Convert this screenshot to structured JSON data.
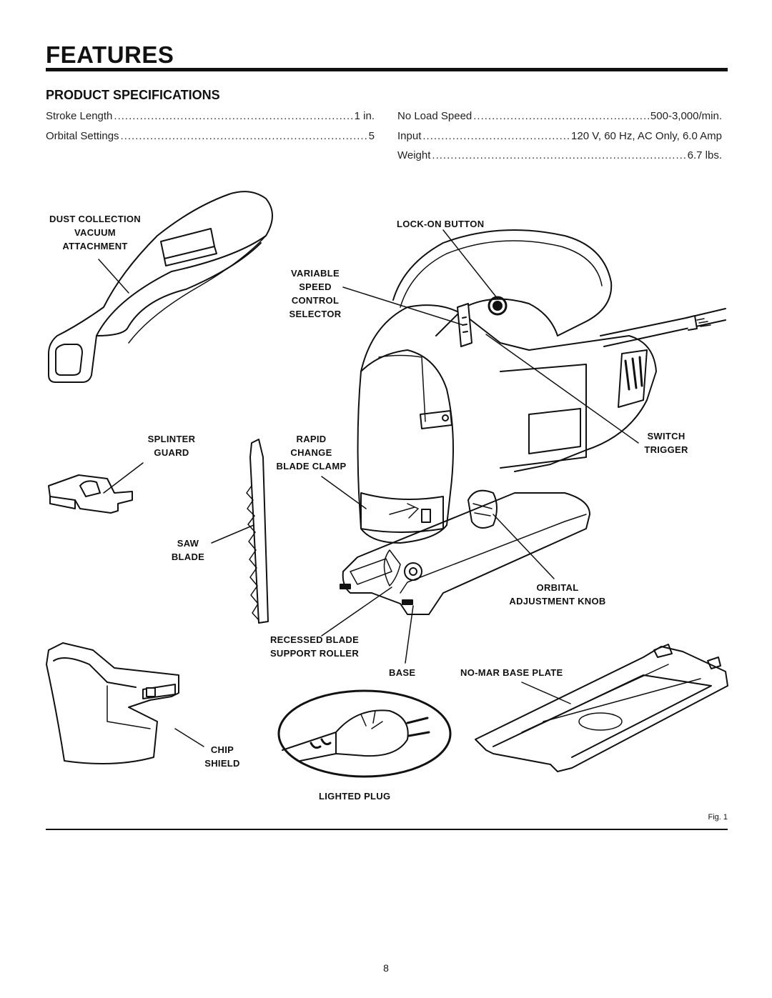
{
  "page": {
    "title": "FEATURES",
    "subtitle": "PRODUCT SPECIFICATIONS",
    "figure_label": "Fig. 1",
    "page_number": "8"
  },
  "specs": {
    "stroke_length": {
      "name": "Stroke Length",
      "value": "1 in."
    },
    "orbital_settings": {
      "name": "Orbital Settings",
      "value": "5"
    },
    "no_load_speed": {
      "name": "No Load Speed",
      "value": "500-3,000/min."
    },
    "input": {
      "name": "Input",
      "value": "120 V, 60 Hz, AC Only, 6.0 Amp"
    },
    "weight": {
      "name": "Weight",
      "value": "6.7 lbs."
    }
  },
  "labels": {
    "dust_collection": [
      "DUST COLLECTION",
      "VACUUM",
      "ATTACHMENT"
    ],
    "lock_on": [
      "LOCK-ON BUTTON"
    ],
    "variable_speed": [
      "VARIABLE",
      "SPEED",
      "CONTROL",
      "SELECTOR"
    ],
    "splinter_guard": [
      "SPLINTER",
      "GUARD"
    ],
    "rapid_change": [
      "RAPID",
      "CHANGE",
      "BLADE CLAMP"
    ],
    "switch_trigger": [
      "SWITCH",
      "TRIGGER"
    ],
    "saw_blade": [
      "SAW",
      "BLADE"
    ],
    "orbital_knob": [
      "ORBITAL",
      "ADJUSTMENT KNOB"
    ],
    "recessed_roller": [
      "RECESSED BLADE",
      "SUPPORT ROLLER"
    ],
    "base": [
      "BASE"
    ],
    "no_mar": [
      "NO-MAR BASE PLATE"
    ],
    "chip_shield": [
      "CHIP",
      "SHIELD"
    ],
    "lighted_plug": [
      "LIGHTED PLUG"
    ]
  }
}
